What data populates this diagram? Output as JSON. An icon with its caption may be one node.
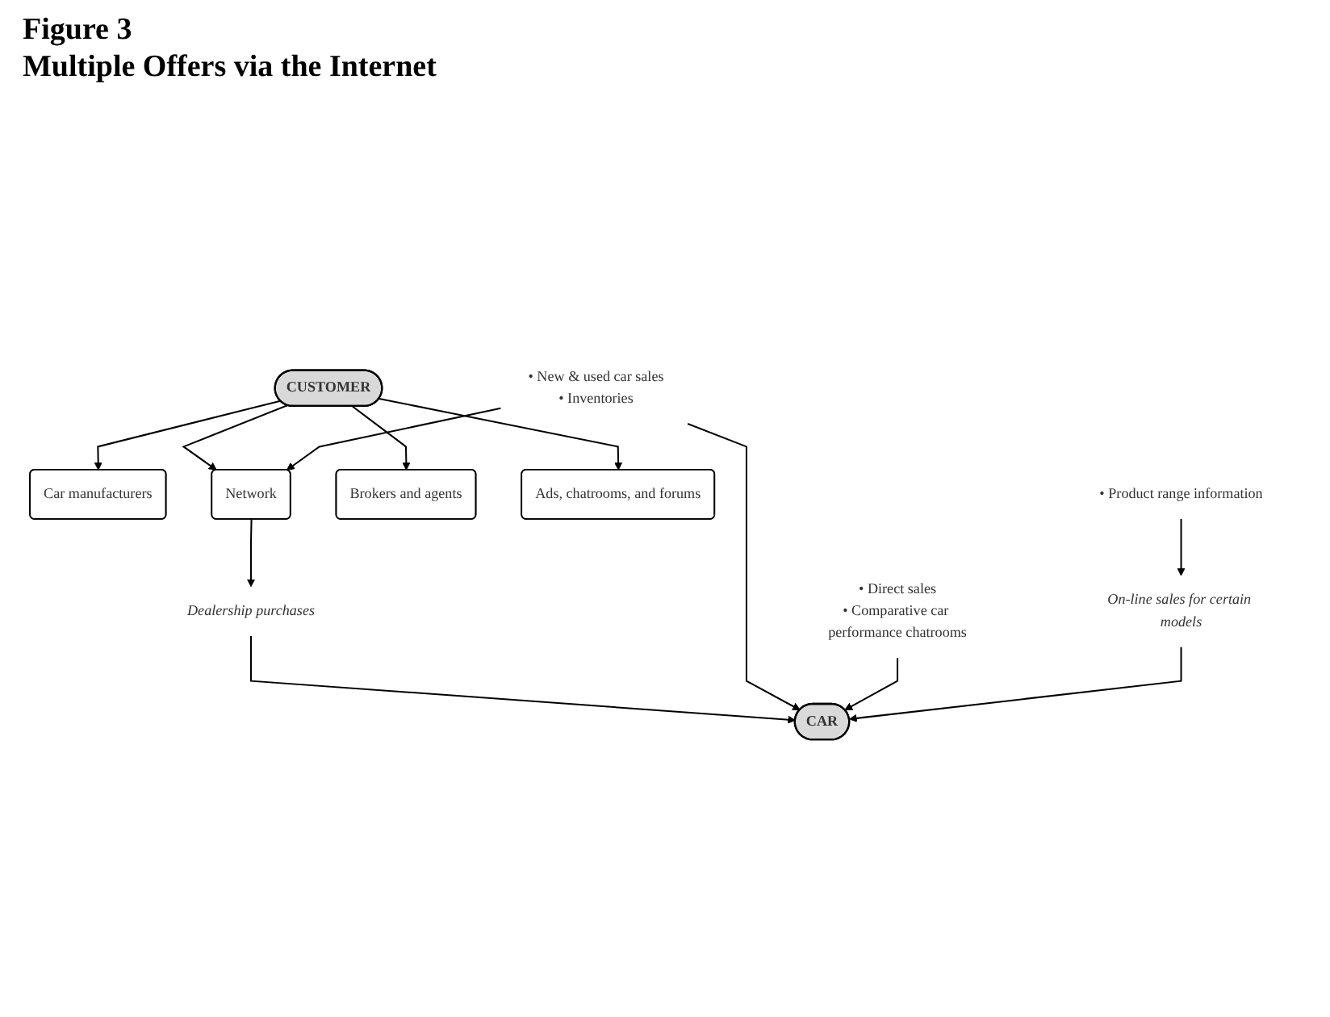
{
  "diagram": {
    "title": "Multiple Offers via the Internet",
    "nodes": [
      {
        "text": [
          "CUSTOMER"
        ]
      },
      {
        "text": [
          "Car manufacturers"
        ]
      },
      {
        "text": [
          "Network"
        ]
      },
      {
        "text": [
          "Brokers and agents"
        ]
      },
      {
        "text": [
          "Ads, chatrooms, and forums"
        ]
      },
      {
        "text": [
          "• Product range information"
        ]
      },
      {
        "text": [
          "• New & used car sales",
          "• Inventories"
        ]
      },
      {
        "text": [
          "Dealership purchases"
        ]
      },
      {
        "text": [
          "• Direct sales",
          "• Comparative car performance chatrooms"
        ]
      },
      {
        "text": [
          "On-line sales for certain models"
        ]
      },
      {
        "text": [
          "CAR"
        ]
      }
    ],
    "edges": [
      {
        "from": 0,
        "to": 1,
        "arrow": "to"
      },
      {
        "from": 0,
        "to": 2,
        "arrow": "to"
      },
      {
        "from": 0,
        "to": 3,
        "arrow": "to"
      },
      {
        "from": 0,
        "to": 4,
        "arrow": "to"
      },
      {
        "from": 5,
        "to": 9,
        "arrow": "to"
      },
      {
        "from": 6,
        "to": 2,
        "arrow": "to"
      },
      {
        "from": 2,
        "to": 7,
        "arrow": "to"
      },
      {
        "from": 7,
        "to": 10,
        "arrow": "to"
      },
      {
        "from": 6,
        "to": 10,
        "arrow": "to"
      },
      {
        "from": 8,
        "to": 10,
        "arrow": "to"
      },
      {
        "from": 9,
        "to": 10,
        "arrow": "to"
      }
    ],
    "labels": [
      "Figure 3"
    ]
  }
}
